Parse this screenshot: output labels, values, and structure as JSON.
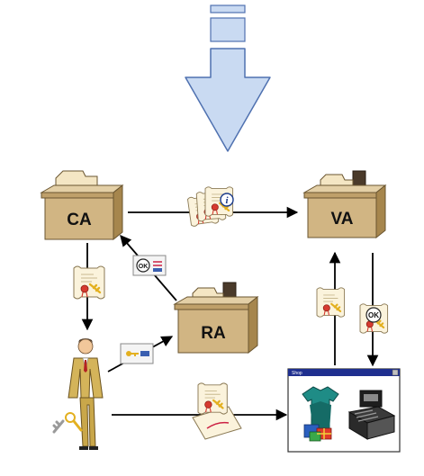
{
  "desks": {
    "ca": {
      "label": "CA"
    },
    "va": {
      "label": "VA"
    },
    "ra": {
      "label": "RA"
    }
  },
  "badges": {
    "ok": "OK",
    "info": "i"
  },
  "window": {
    "title": "Shop"
  },
  "colors": {
    "big_arrow_fill": "#c9daf2",
    "big_arrow_stroke": "#4f71b0",
    "desk_top": "#e3cfa6",
    "desk_front": "#d1b583",
    "desk_dark": "#a6864d",
    "window_titlebar": "#1f2f8f",
    "window_body": "#ffffff"
  }
}
